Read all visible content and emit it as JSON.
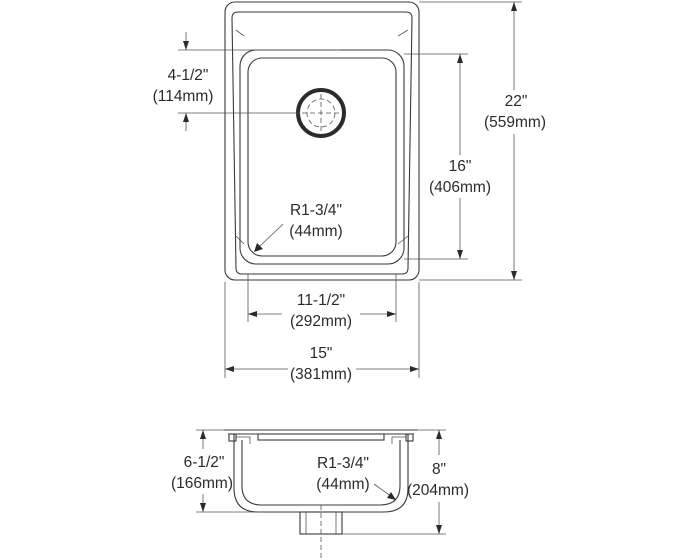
{
  "top_view": {
    "dim_drain_offset": {
      "imperial": "4-1/2\"",
      "metric": "(114mm)"
    },
    "dim_overall_length": {
      "imperial": "22\"",
      "metric": "(559mm)"
    },
    "dim_bowl_length": {
      "imperial": "16\"",
      "metric": "(406mm)"
    },
    "dim_corner_radius": {
      "imperial": "R1-3/4\"",
      "metric": "(44mm)"
    },
    "dim_bowl_width": {
      "imperial": "11-1/2\"",
      "metric": "(292mm)"
    },
    "dim_overall_width": {
      "imperial": "15\"",
      "metric": "(381mm)"
    }
  },
  "side_view": {
    "dim_depth_left": {
      "imperial": "6-1/2\"",
      "metric": "(166mm)"
    },
    "dim_corner_radius": {
      "imperial": "R1-3/4\"",
      "metric": "(44mm)"
    },
    "dim_depth_right": {
      "imperial": "8\"",
      "metric": "(204mm)"
    }
  }
}
